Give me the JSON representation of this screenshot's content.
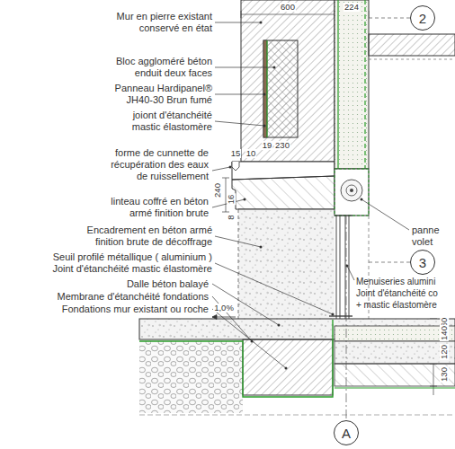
{
  "diagram": {
    "nodes": [
      {
        "text": [
          "2"
        ]
      },
      {
        "text": [
          "3"
        ]
      },
      {
        "text": [
          "A"
        ]
      }
    ],
    "labels": [
      "600",
      "224",
      "Mur en pierre existant conservé en état",
      "Bloc aggloméré béton enduit deux faces",
      "Panneau Hardipanel® JH40-30 Brun fumé",
      "joiont d'étanchéité mastic élastomère",
      "19",
      "230",
      "forme de cunnette de récupération des eaux de ruissellement",
      "15",
      "10",
      "linteau coffré en béton armé finition brute",
      "240",
      "16",
      "8",
      "panne",
      "volet",
      "Encadrement en béton armé finition brute de décoffrage",
      "Seuil profilé métallique ( aluminium )",
      "Joint d'étanchéité mastic élastomère",
      "Menuiseries alumini",
      "Joint d'étanchéité co",
      "+ mastic élastomère",
      "Dalle béton balayé",
      "Membrane d'étanchéité fondations",
      "Fondations mur existant ou roche",
      "1,0%",
      "60",
      "140",
      "120",
      "130"
    ]
  }
}
